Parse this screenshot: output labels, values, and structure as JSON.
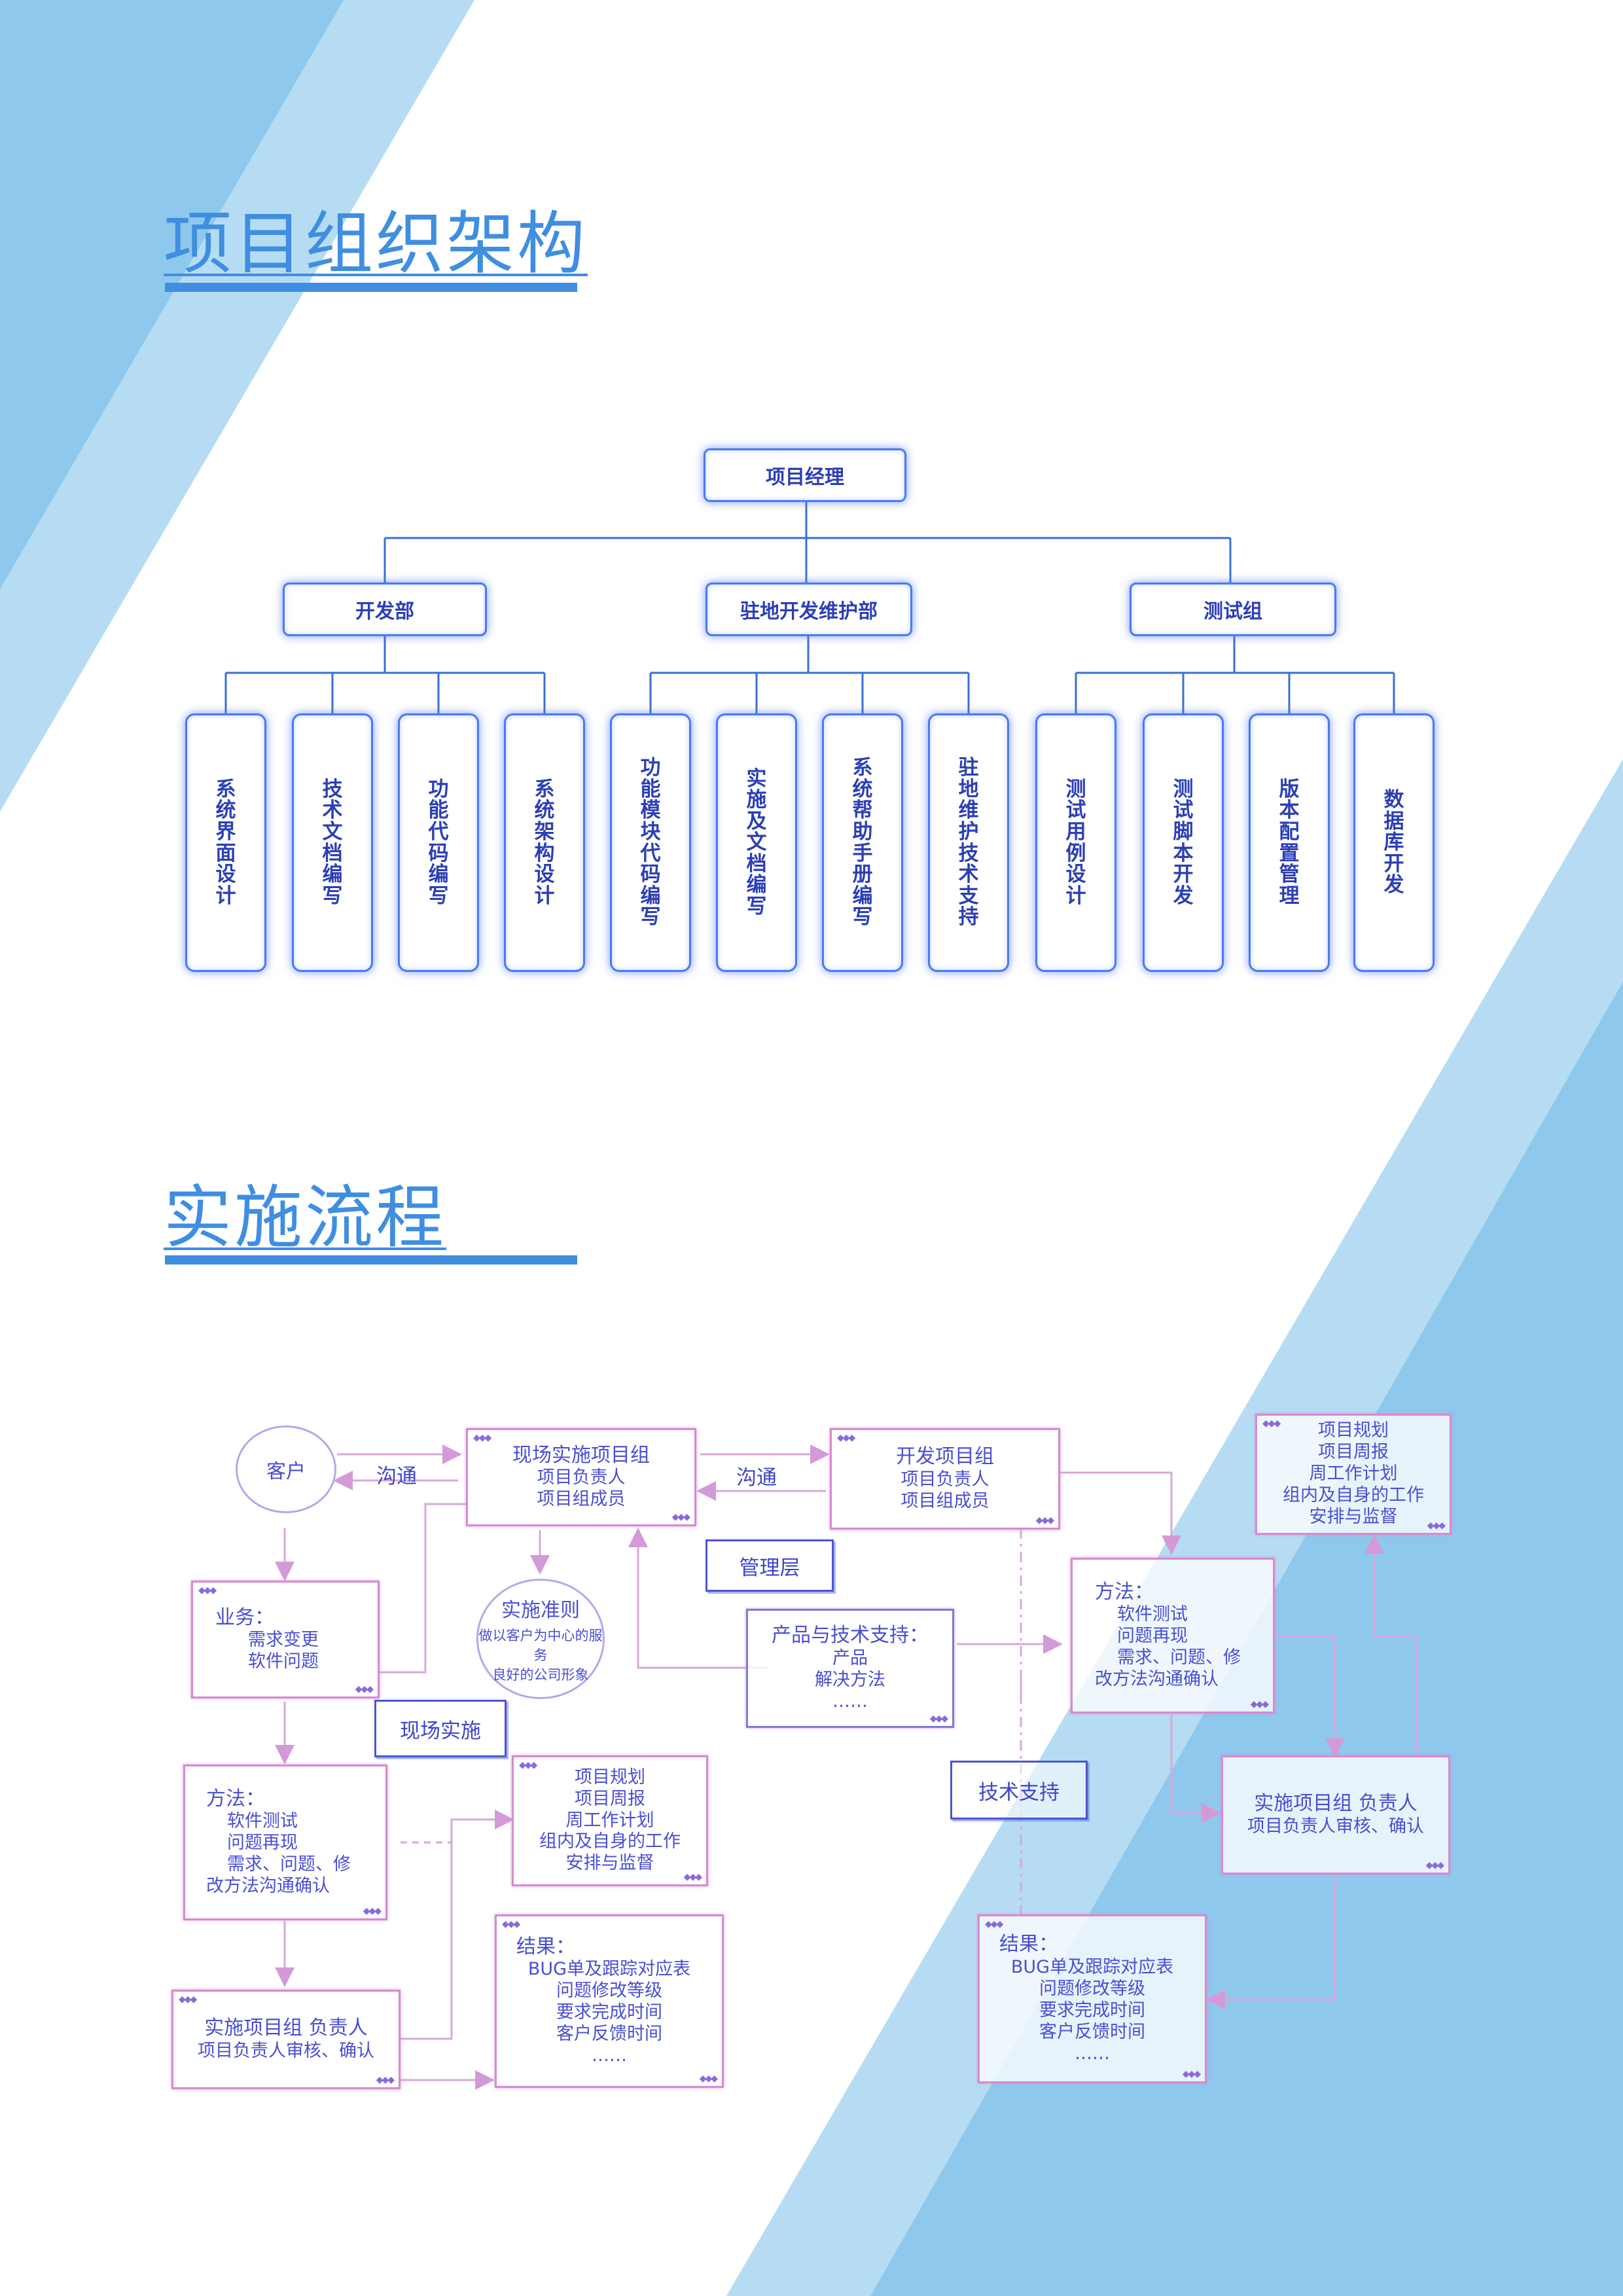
{
  "headings": {
    "org": "项目组织架构",
    "flow": "实施流程"
  },
  "org_chart": {
    "root": "项目经理",
    "departments": [
      {
        "name": "开发部",
        "children": [
          "系统界面设计",
          "技术文档编写",
          "功能代码编写",
          "系统架构设计"
        ]
      },
      {
        "name": "驻地开发维护部",
        "children": [
          "功能模块代码编写",
          "实施及文档编写",
          "系统帮助手册编写",
          "驻地维护技术支持"
        ]
      },
      {
        "name": "测试组",
        "children": [
          "测试用例设计",
          "测试脚本开发",
          "版本配置管理",
          "数据库开发"
        ]
      }
    ]
  },
  "flow": {
    "customer": "客户",
    "comm1": "沟通",
    "comm2": "沟通",
    "site_team": {
      "title": "现场实施项目组",
      "lines": [
        "项目负责人",
        "项目组成员"
      ]
    },
    "dev_team": {
      "title": "开发项目组",
      "lines": [
        "项目负责人",
        "项目组成员"
      ]
    },
    "management": "管理层",
    "principle": {
      "title": "实施准则",
      "lines": [
        "做以客户为中心的服务",
        "良好的公司形象"
      ]
    },
    "business": {
      "title": "业务：",
      "lines": [
        "需求变更",
        "软件问题"
      ]
    },
    "site_impl": "现场实施",
    "support": {
      "title": "产品与技术支持：",
      "lines": [
        "产品",
        "解决方法",
        "……"
      ]
    },
    "method_left": {
      "title": "方法：",
      "lines": [
        "软件测试",
        "问题再现",
        "需求、问题、修",
        "改方法沟通确认"
      ]
    },
    "plan_mid": {
      "lines": [
        "项目规划",
        "项目周报",
        "周工作计划",
        "组内及自身的工作",
        "安排与监督"
      ]
    },
    "leader_left": {
      "title": "实施项目组  负责人",
      "lines": [
        "项目负责人审核、确认"
      ]
    },
    "result_mid": {
      "title": "结果：",
      "lines": [
        "BUG单及跟踪对应表",
        "问题修改等级",
        "要求完成时间",
        "客户反馈时间",
        "……"
      ]
    },
    "plan_right": {
      "lines": [
        "项目规划",
        "项目周报",
        "周工作计划",
        "组内及自身的工作",
        "安排与监督"
      ]
    },
    "method_right": {
      "title": "方法：",
      "lines": [
        "软件测试",
        "问题再现",
        "需求、问题、修",
        "改方法沟通确认"
      ]
    },
    "tech_support": "技术支持",
    "leader_right": {
      "title": "实施项目组  负责人",
      "lines": [
        "项目负责人审核、确认"
      ]
    },
    "result_right": {
      "title": "结果：",
      "lines": [
        "BUG单及跟踪对应表",
        "问题修改等级",
        "要求完成时间",
        "客户反馈时间",
        "……"
      ]
    }
  },
  "colors": {
    "heading": "#3f8ee0",
    "bg_dark": "#8ec8ec",
    "bg_light": "#b5dcf2",
    "node_border": "#4a7af0",
    "node_text": "#2c3fb3"
  }
}
